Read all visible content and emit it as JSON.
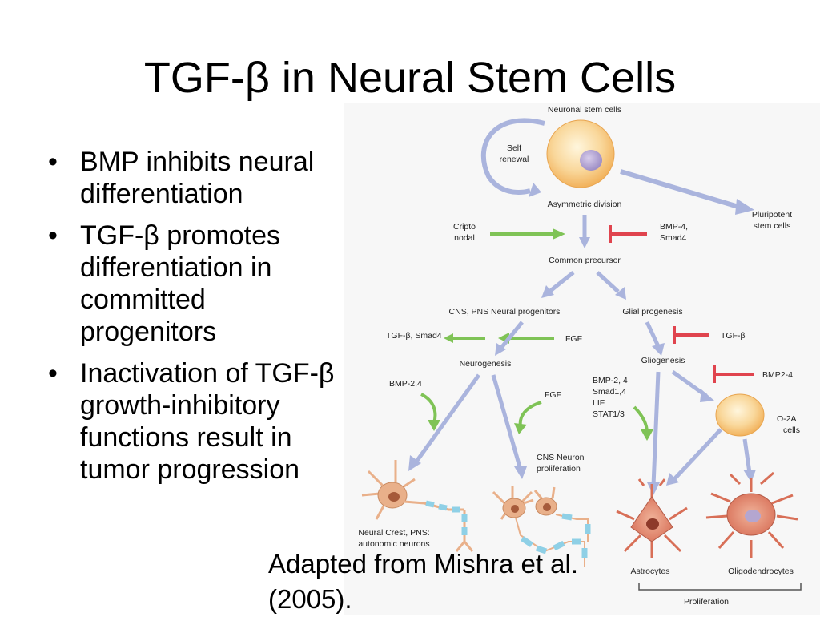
{
  "slide": {
    "title": "TGF-β in Neural Stem Cells",
    "bullets": [
      "BMP inhibits neural differentiation",
      "TGF-β promotes differentiation in committed progenitors",
      "Inactivation of TGF-β growth-inhibitory functions result in tumor progression"
    ],
    "citation": "Adapted from Mishra et al. (2005)."
  },
  "diagram": {
    "labels": {
      "neuronal_stem_cells": "Neuronal stem cells",
      "self": "Self",
      "renewal": "renewal",
      "asymmetric_division": "Asymmetric division",
      "pluripotent": "Pluripotent",
      "stem_cells": "stem cells",
      "cripto": "Cripto",
      "nodal": "nodal",
      "bmp4": "BMP-4,",
      "smad4": "Smad4",
      "common_precursor": "Common precursor",
      "neural_progenitors": "CNS, PNS Neural progenitors",
      "glial_progenesis": "Glial progenesis",
      "tgfb_smad4": "TGF-β, Smad4",
      "fgf_1": "FGF",
      "tgfb": "TGF-β",
      "neurogenesis": "Neurogenesis",
      "gliogenesis": "Gliogenesis",
      "bmp24_left": "BMP-2,4",
      "fgf_2": "FGF",
      "bmp24_mid": "BMP-2, 4",
      "smad14": "Smad1,4",
      "lif": "LIF,",
      "stat13": "STAT1/3",
      "bmp24_right": "BMP2-4",
      "o2a": "O-2A",
      "cells": "cells",
      "cns_neuron": "CNS Neuron",
      "proliferation_1": "proliferation",
      "neural_crest": "Neural Crest, PNS:",
      "autonomic_neurons": "autonomic neurons",
      "astrocytes": "Astrocytes",
      "oligodendrocytes": "Oligodendrocytes",
      "proliferation_2": "Proliferation"
    },
    "colors": {
      "arrow_blue": "#aab4dd",
      "arrow_green": "#7fc356",
      "inhibit_red": "#e0444e",
      "cell_body": "#f7c886",
      "nucleus": "#b4a6d0",
      "neuron_body": "#e9b08a",
      "myelin": "#8fd0e6"
    }
  }
}
